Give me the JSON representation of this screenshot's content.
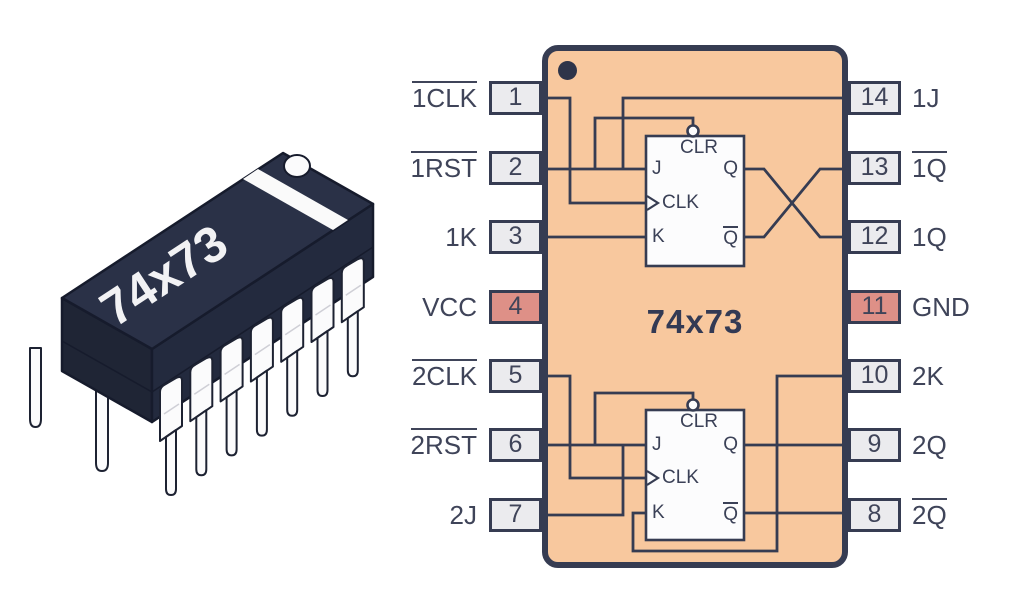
{
  "colors": {
    "ic_body_fill": "#f8c89e",
    "outline_navy": "#363c52",
    "pin_box_fill": "#ebebee",
    "power_pin_fill": "#de9087",
    "label_text": "#3f4459",
    "chip_body_navy": "#2a3147",
    "pin_white": "#fbfbfc"
  },
  "chip_3d": {
    "label": "74x73"
  },
  "pinout": {
    "center_label": "74x73",
    "left_pins": [
      {
        "number": "1",
        "label": "1CLK",
        "overline": true,
        "power": false
      },
      {
        "number": "2",
        "label": "1RST",
        "overline": true,
        "power": false
      },
      {
        "number": "3",
        "label": "1K",
        "overline": false,
        "power": false
      },
      {
        "number": "4",
        "label": "VCC",
        "overline": false,
        "power": true
      },
      {
        "number": "5",
        "label": "2CLK",
        "overline": true,
        "power": false
      },
      {
        "number": "6",
        "label": "2RST",
        "overline": true,
        "power": false
      },
      {
        "number": "7",
        "label": "2J",
        "overline": false,
        "power": false
      }
    ],
    "right_pins": [
      {
        "number": "14",
        "label": "1J",
        "overline": false,
        "power": false
      },
      {
        "number": "13",
        "label": "1Q",
        "overline": true,
        "power": false
      },
      {
        "number": "12",
        "label": "1Q",
        "overline": false,
        "power": false
      },
      {
        "number": "11",
        "label": "GND",
        "overline": false,
        "power": true
      },
      {
        "number": "10",
        "label": "2K",
        "overline": false,
        "power": false
      },
      {
        "number": "9",
        "label": "2Q",
        "overline": false,
        "power": false
      },
      {
        "number": "8",
        "label": "2Q",
        "overline": true,
        "power": false
      }
    ],
    "flipflop": {
      "clr": "CLR",
      "j": "J",
      "clk": "CLK",
      "k": "K",
      "q": "Q",
      "q_bar": "Q"
    }
  }
}
